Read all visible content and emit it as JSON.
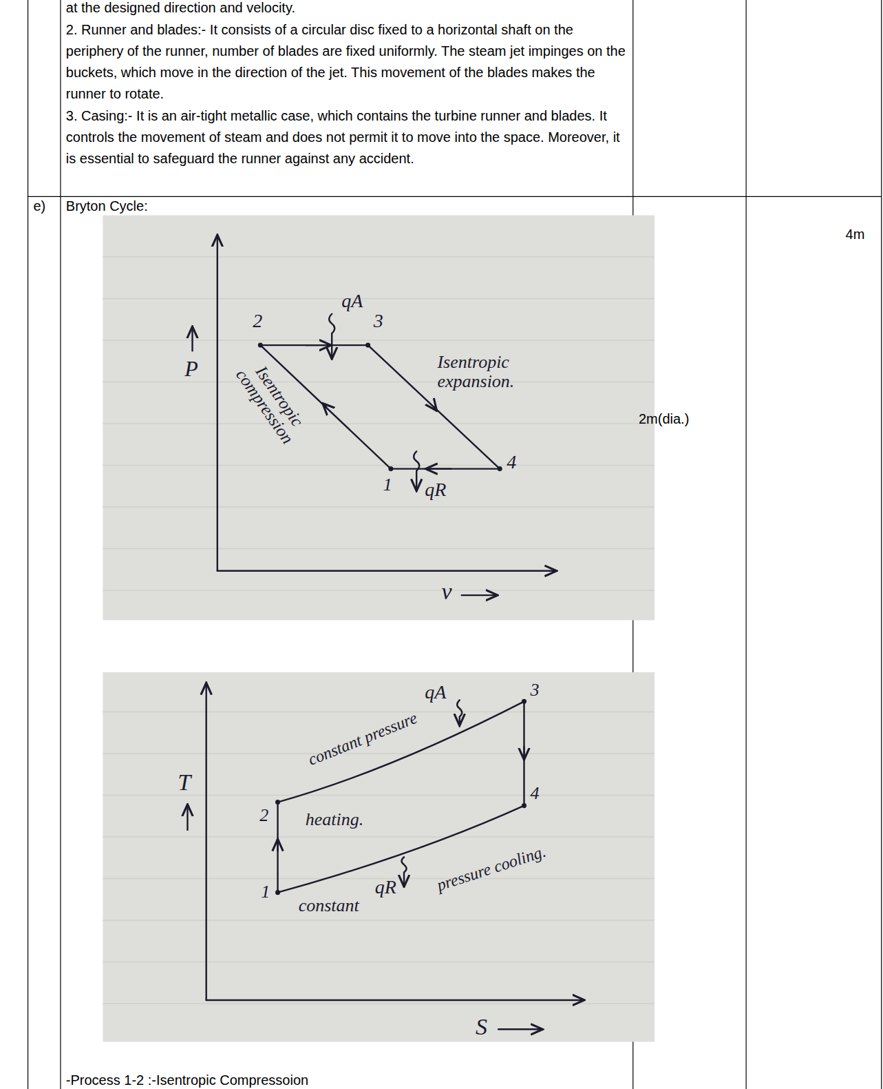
{
  "diagram": {
    "labels": [
      "at the designed direction and velocity.",
      "2. Runner and blades:- It consists of a circular disc fixed to a horizontal shaft on the periphery of the runner, number of blades are fixed uniformly. The steam jet impinges on the buckets, which move in the direction of the jet. This movement of the blades makes the runner to rotate.",
      "3. Casing:- It is an air-tight metallic case, which contains the turbine runner and blades. It controls the movement of steam  and does not permit it to move into the space. Moreover, it is essential to safeguard the runner against any accident.",
      "e)",
      "Bryton Cycle:",
      "4m",
      "2m(dia.)",
      "2",
      "qA",
      "3",
      "P",
      "Isentropic compression",
      "Isentropic expansion.",
      "1",
      "4",
      "qR",
      "v",
      "qA",
      "constant pressure",
      "3",
      "T",
      "2",
      "heating.",
      "4",
      "pressure cooling.",
      "constant",
      "qR",
      "1",
      "S",
      "-Process 1-2 :-Isentropic Compressoion"
    ]
  }
}
